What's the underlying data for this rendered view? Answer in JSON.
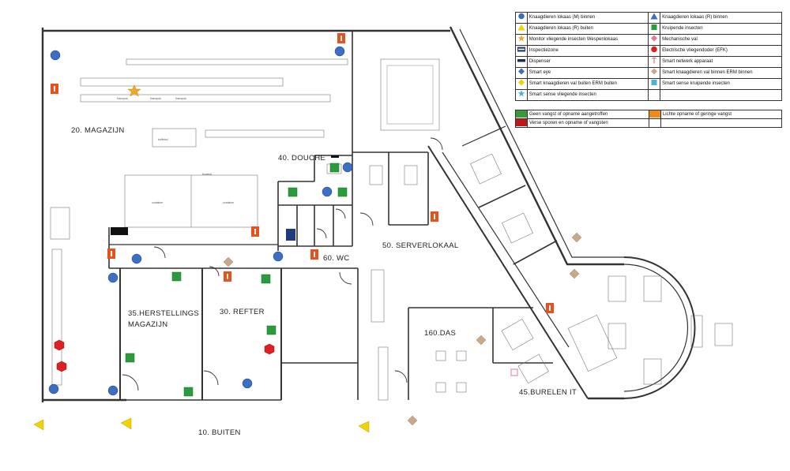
{
  "legend": {
    "items": [
      {
        "left": {
          "label": "Knaagdieren lokaas (M) binnen",
          "icon": "blue-circle-icon",
          "color": "#3b6fc4"
        },
        "right": {
          "label": "Knaagdieren lokaas (R) binnen",
          "icon": "blue-triangle-icon",
          "color": "#3b6fc4"
        }
      },
      {
        "left": {
          "label": "Knaagdieren lokaas (R) buiten",
          "icon": "yellow-triangle-icon",
          "color": "#f2d200"
        },
        "right": {
          "label": "Kruipende insecten",
          "icon": "green-square-icon",
          "color": "#2a9d3a"
        }
      },
      {
        "left": {
          "label": "Monitor vliegende insecten Wespenlokaas",
          "icon": "orange-star-icon",
          "color": "#f5a623"
        },
        "right": {
          "label": "Mechanische val",
          "icon": "pink-diamond-icon",
          "color": "#e07aa0"
        }
      },
      {
        "left": {
          "label": "Inspectiezone",
          "icon": "navy-rectangle-icon",
          "color": "#1f3a7a"
        },
        "right": {
          "label": "Electrische vliegendoder (EFK)",
          "icon": "red-circle-icon",
          "color": "#e02020"
        }
      },
      {
        "left": {
          "label": "Dispenser",
          "icon": "dark-blue-bar-icon",
          "color": "#1b2d5a"
        },
        "right": {
          "label": "Smart netwerk apparaat",
          "icon": "antenna-icon",
          "color": "#e05a4a"
        }
      },
      {
        "left": {
          "label": "Smart eye",
          "icon": "blue-eye-icon",
          "color": "#3b6fc4"
        },
        "right": {
          "label": "Smart knaagdieren val binnen ERM binnen",
          "icon": "tan-diamond-icon",
          "color": "#c9a98a"
        }
      },
      {
        "left": {
          "label": "Smart knaagdieren val buiten ERM buiten",
          "icon": "yellow-diamond-icon",
          "color": "#f2d200"
        },
        "right": {
          "label": "Smart sense kruipende insecten",
          "icon": "cyan-square-icon",
          "color": "#4bb3d6"
        }
      },
      {
        "left": {
          "label": "Smart sense vliegende insecten",
          "icon": "cyan-star-icon",
          "color": "#4bb3d6"
        },
        "right": {
          "label": "",
          "icon": "",
          "color": ""
        }
      }
    ],
    "status": [
      {
        "left": {
          "label": "Geen vangst of opname aangetroffen",
          "color": "#3a9a3a"
        },
        "right": {
          "label": "Lichte opname of geringe vangst",
          "color": "#f08a1c"
        }
      },
      {
        "left": {
          "label": "Verse sporen en opname of vangsten",
          "color": "#c0151b"
        },
        "right": {
          "label": "",
          "color": ""
        }
      }
    ]
  },
  "rooms": {
    "magazijn": "20. MAGAZIJN",
    "douche": "40. DOUCHE",
    "serverlokaal": "50. SERVERLOKAAL",
    "wc": "60. WC",
    "herstellings_1": "35.HERSTELLINGS",
    "herstellings_2": "MAGAZIJN",
    "refter": "30. REFTER",
    "das": "160.DAS",
    "burelen": "45.BURELEN IT",
    "buiten": "10. BUITEN"
  },
  "colors": {
    "wall": "#333333",
    "rodent_blue": "#3b6fc4",
    "crawl_green": "#2a9d3a",
    "efk_red": "#e02020",
    "network_orange": "#e8501c",
    "outdoor_yellow": "#f2d200",
    "smart_tan": "#c9a98a"
  }
}
